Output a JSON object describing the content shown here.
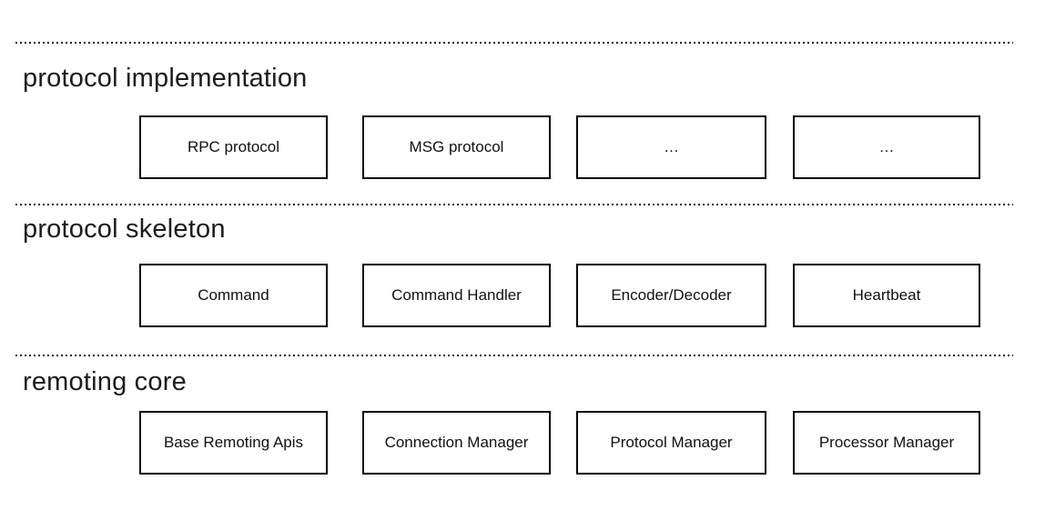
{
  "diagram": {
    "colors": {
      "background": "#ffffff",
      "box_border": "#000000",
      "text": "#1c1c1e",
      "divider": "#1a1a1a"
    },
    "layers": [
      {
        "title": "protocol implementation",
        "boxes": [
          "RPC protocol",
          "MSG protocol",
          "…",
          "…"
        ]
      },
      {
        "title": "protocol skeleton",
        "boxes": [
          "Command",
          "Command Handler",
          "Encoder/Decoder",
          "Heartbeat"
        ]
      },
      {
        "title": "remoting core",
        "boxes": [
          "Base Remoting Apis",
          "Connection Manager",
          "Protocol Manager",
          "Processor Manager"
        ]
      }
    ]
  }
}
